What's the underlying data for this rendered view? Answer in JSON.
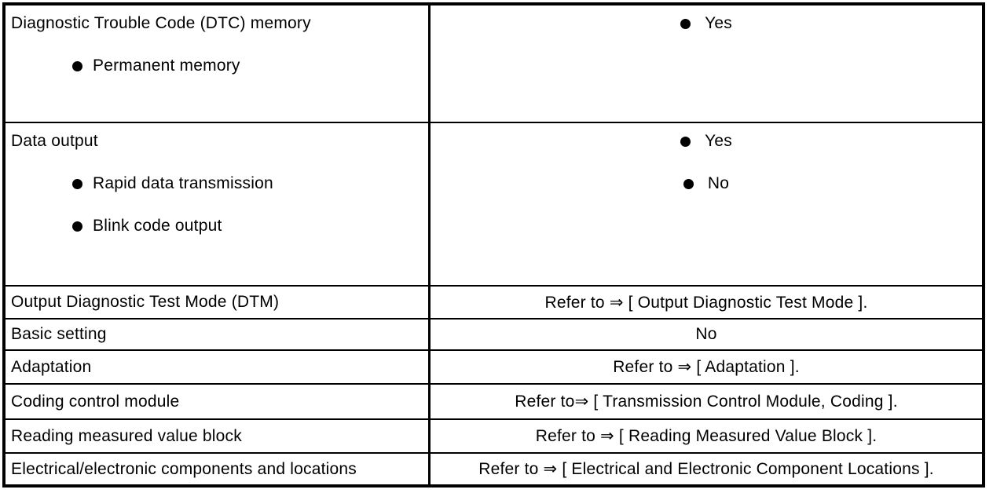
{
  "page": {
    "background_color": "#ffffff",
    "border_color": "#000000",
    "text_color": "#000000"
  },
  "table": {
    "rows": [
      {
        "left": {
          "title": "Diagnostic Trouble Code (DTC) memory",
          "items": [
            "Permanent memory"
          ]
        },
        "right": {
          "items": [
            "Yes"
          ]
        }
      },
      {
        "left": {
          "title": "Data output",
          "items": [
            "Rapid data transmission",
            "Blink code output"
          ]
        },
        "right": {
          "items": [
            "Yes",
            "No"
          ]
        }
      },
      {
        "left": {
          "title": "Output Diagnostic Test Mode (DTM)"
        },
        "right": {
          "text": "Refer to ⇒ [ Output Diagnostic Test Mode ]."
        }
      },
      {
        "left": {
          "title": "Basic setting"
        },
        "right": {
          "text": "No"
        }
      },
      {
        "left": {
          "title": "Adaptation"
        },
        "right": {
          "text": "Refer to ⇒ [ Adaptation ]."
        }
      },
      {
        "left": {
          "title": "Coding control module"
        },
        "right": {
          "text": "Refer to⇒ [ Transmission Control Module, Coding ]."
        }
      },
      {
        "left": {
          "title": "Reading measured value block"
        },
        "right": {
          "text": "Refer to ⇒ [ Reading Measured Value Block ]."
        }
      },
      {
        "left": {
          "title": "Electrical/electronic components and locations"
        },
        "right": {
          "text": "Refer to ⇒ [ Electrical and Electronic Component Locations ]."
        }
      }
    ]
  }
}
